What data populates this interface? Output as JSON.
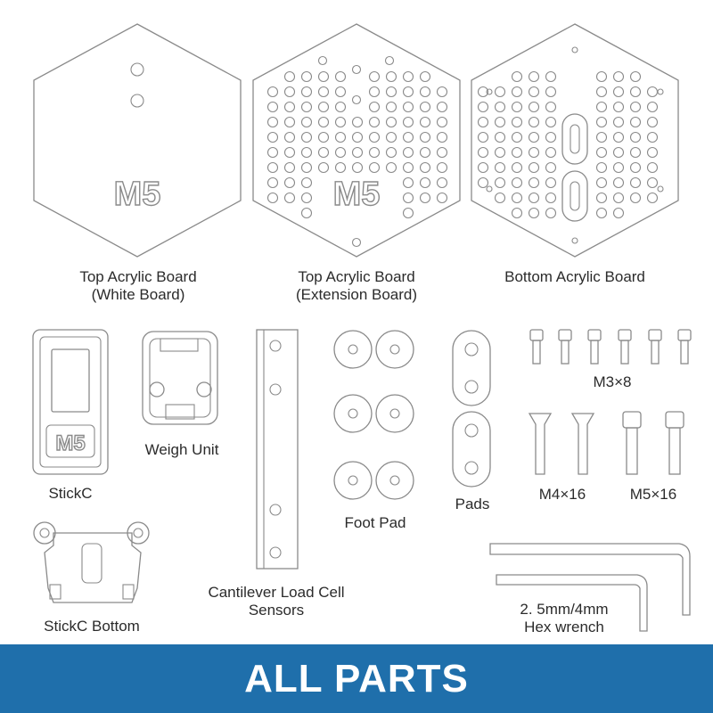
{
  "labels": {
    "top_white": [
      "Top Acrylic Board",
      "(White Board)"
    ],
    "top_ext": [
      "Top Acrylic Board",
      "(Extension Board)"
    ],
    "bottom_board": [
      "Bottom Acrylic Board"
    ],
    "stickc": [
      "StickC"
    ],
    "weigh_unit": [
      "Weigh Unit"
    ],
    "load_cell": [
      "Cantilever Load Cell",
      "Sensors"
    ],
    "foot_pad": [
      "Foot Pad"
    ],
    "pads": [
      "Pads"
    ],
    "m3": [
      "M3×8"
    ],
    "m4": [
      "M4×16"
    ],
    "m5": [
      "M5×16"
    ],
    "stickc_bottom": [
      "StickC Bottom"
    ],
    "hex_wrench": [
      "2. 5mm/4mm",
      "Hex wrench"
    ]
  },
  "logo_text": "M5",
  "banner": {
    "title": "ALL PARTS",
    "color": "#1f6fab"
  }
}
